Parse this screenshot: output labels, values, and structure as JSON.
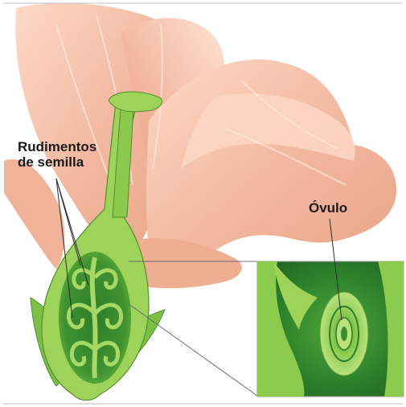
{
  "labels": {
    "rudimentos_line1": "Rudimentos",
    "rudimentos_line2": "de semilla",
    "ovulo": "Óvulo"
  },
  "colors": {
    "petal": "#f3b9a0",
    "petal_light": "#fbdccb",
    "petal_shadow": "#e39a7c",
    "green_light": "#9ed35a",
    "green_mid": "#6cb83a",
    "green_dark": "#2f7d2a",
    "outline": "#3d3d3d"
  }
}
